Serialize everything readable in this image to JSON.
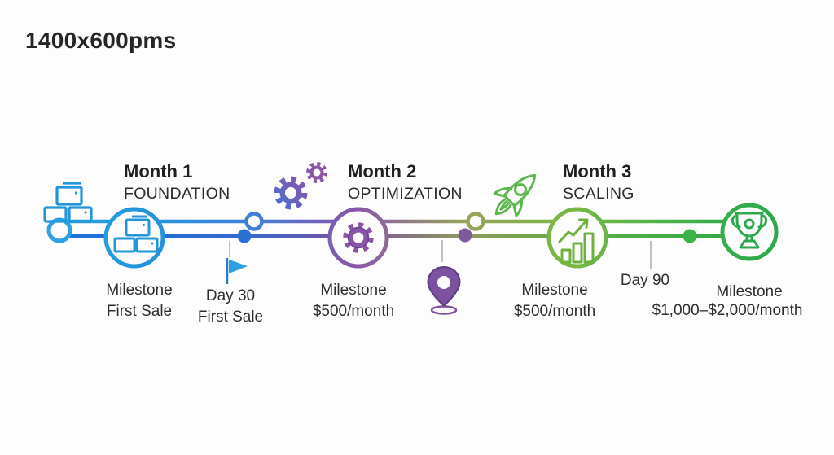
{
  "title": "1400x600pms",
  "phases": [
    {
      "month": "Month 1",
      "subtitle": "FOUNDATION",
      "milestone_label": "Milestone",
      "milestone_value": "First Sale",
      "deco_icon": "boxes-icon",
      "bubble_icon": "boxes-icon"
    },
    {
      "month": "Month 2",
      "subtitle": "OPTIMIZATION",
      "milestone_label": "Milestone",
      "milestone_value": "$500/month",
      "deco_icon": "gears-icon",
      "bubble_icon": "gear-icon"
    },
    {
      "month": "Month 3",
      "subtitle": "SCALING",
      "milestone_label": "Milestone",
      "milestone_value": "$500/month",
      "deco_icon": "rocket-icon",
      "bubble_icon": "growth-chart-icon"
    }
  ],
  "markers": [
    {
      "label": "Day 30",
      "sublabel": "First Sale",
      "icon": "flag-icon"
    },
    {
      "label": "",
      "sublabel": "",
      "icon": "pin-icon"
    },
    {
      "label": "Day 90",
      "sublabel": "",
      "icon": ""
    }
  ],
  "final_milestone": {
    "label": "Milestone",
    "value": "$1,000–$2,000/month",
    "icon": "trophy-icon"
  },
  "colors": {
    "blue": "#2196db",
    "purple": "#8a55a9",
    "green": "#2ea84e",
    "tick": "#b9c3cc",
    "text": "#2e2e2e"
  }
}
